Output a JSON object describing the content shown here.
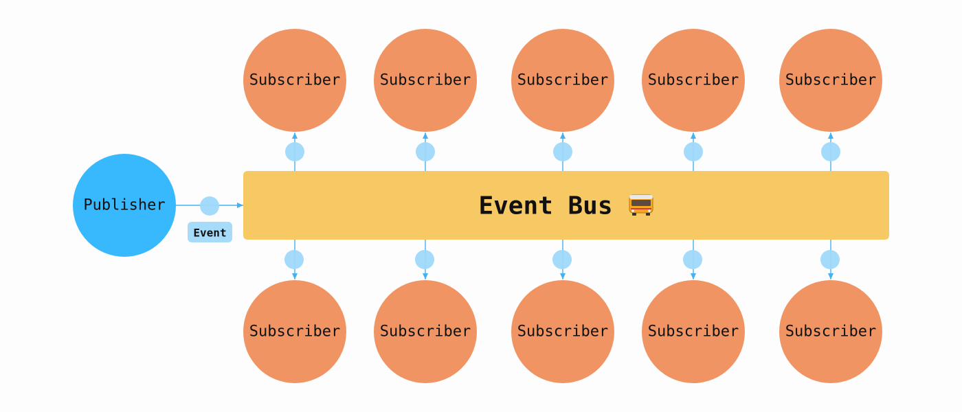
{
  "publisher": {
    "label": "Publisher"
  },
  "event_tag": {
    "label": "Event"
  },
  "bus": {
    "label": "Event Bus",
    "icon": "bus-icon"
  },
  "subscribers": {
    "top": [
      {
        "label": "Subscriber"
      },
      {
        "label": "Subscriber"
      },
      {
        "label": "Subscriber"
      },
      {
        "label": "Subscriber"
      },
      {
        "label": "Subscriber"
      }
    ],
    "bottom": [
      {
        "label": "Subscriber"
      },
      {
        "label": "Subscriber"
      },
      {
        "label": "Subscriber"
      },
      {
        "label": "Subscriber"
      },
      {
        "label": "Subscriber"
      }
    ]
  },
  "colors": {
    "publisher": "#38b8fd",
    "subscriber": "#f09463",
    "bus": "#f6c964",
    "arrow": "#44b2f0",
    "event_dot": "#9fd9fb",
    "event_tag_bg": "#a6dcfa",
    "text": "#111111"
  }
}
